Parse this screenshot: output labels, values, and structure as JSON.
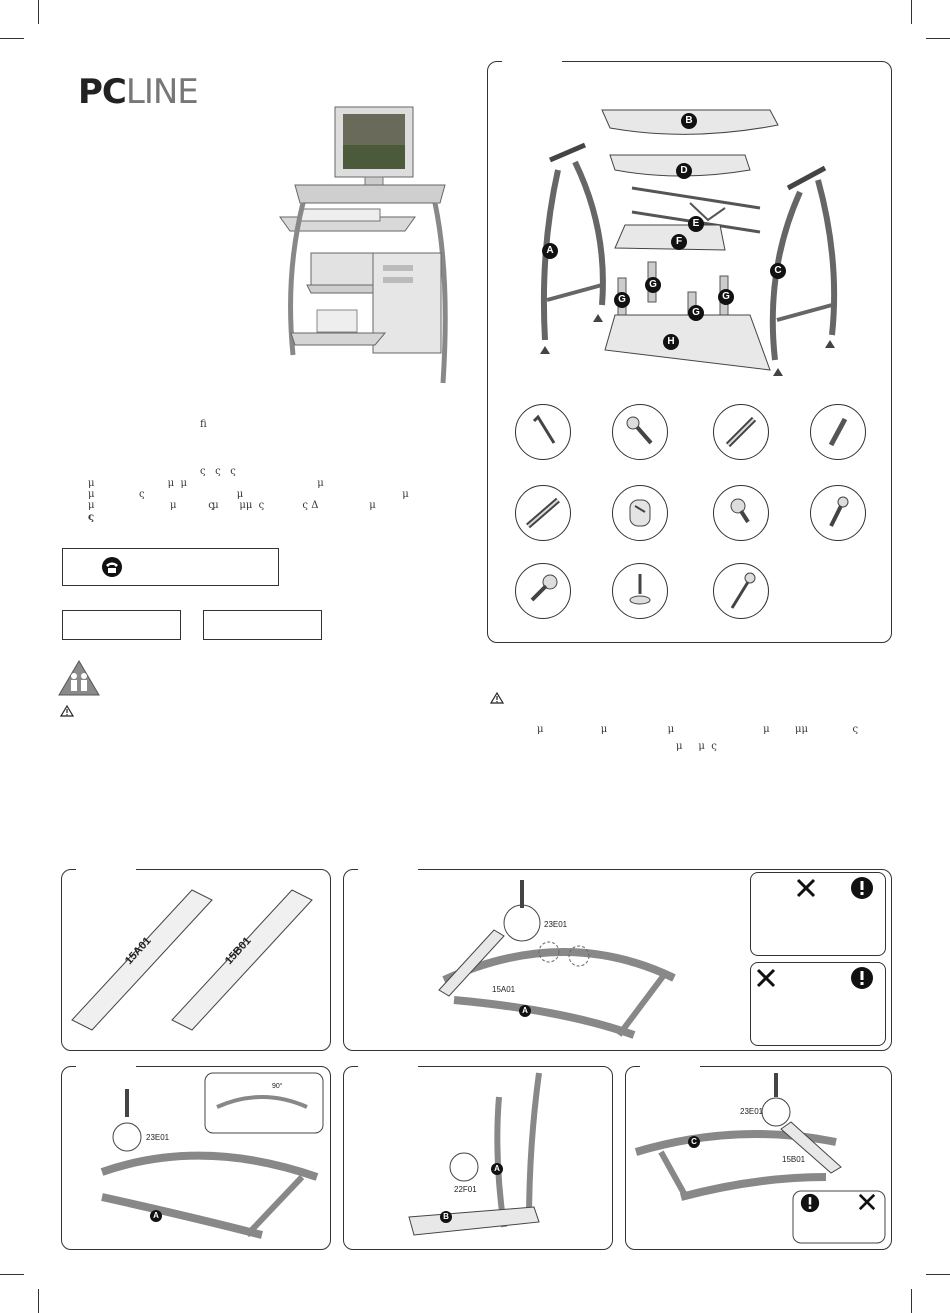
{
  "brand": {
    "logo_pc": "PC",
    "logo_line": "LINE"
  },
  "intro_fragments": [
    "ﬁ",
    "ς   ς   ς",
    "μ                       μ  μ                                         μ",
    "μ              ς                             μ                                                  μ",
    "μ                                     μ",
    "μ          ς        μμ  ς            ς Δ                μ",
    "ς"
  ],
  "warning_fragments": {
    "line1": "μ                  μ                   μ                            μ        μμ              ς",
    "line2": "μ     μ  ς"
  },
  "icons": {
    "phone": "phone-icon",
    "family_warning": "family-warning-icon",
    "caution": "caution-triangle-icon",
    "exclamation": "exclamation-icon",
    "cross": "cross-icon"
  },
  "parts_letters": [
    "B",
    "D",
    "E",
    "F",
    "A",
    "C",
    "G",
    "G",
    "G",
    "G",
    "H"
  ],
  "steps": {
    "step1": {
      "labels": [
        "15A01",
        "15B01"
      ]
    },
    "step2": {
      "screw_code": "23E01",
      "bracket_code": "15A01",
      "part": "A"
    },
    "step3": {
      "screw_code": "23E01",
      "angle": "90°",
      "part": "A"
    },
    "step4": {
      "screw_code": "22F01",
      "part_a": "A",
      "part_b": "B"
    },
    "step5": {
      "screw_code": "23E01",
      "bracket_code": "15B01",
      "part": "C"
    }
  }
}
